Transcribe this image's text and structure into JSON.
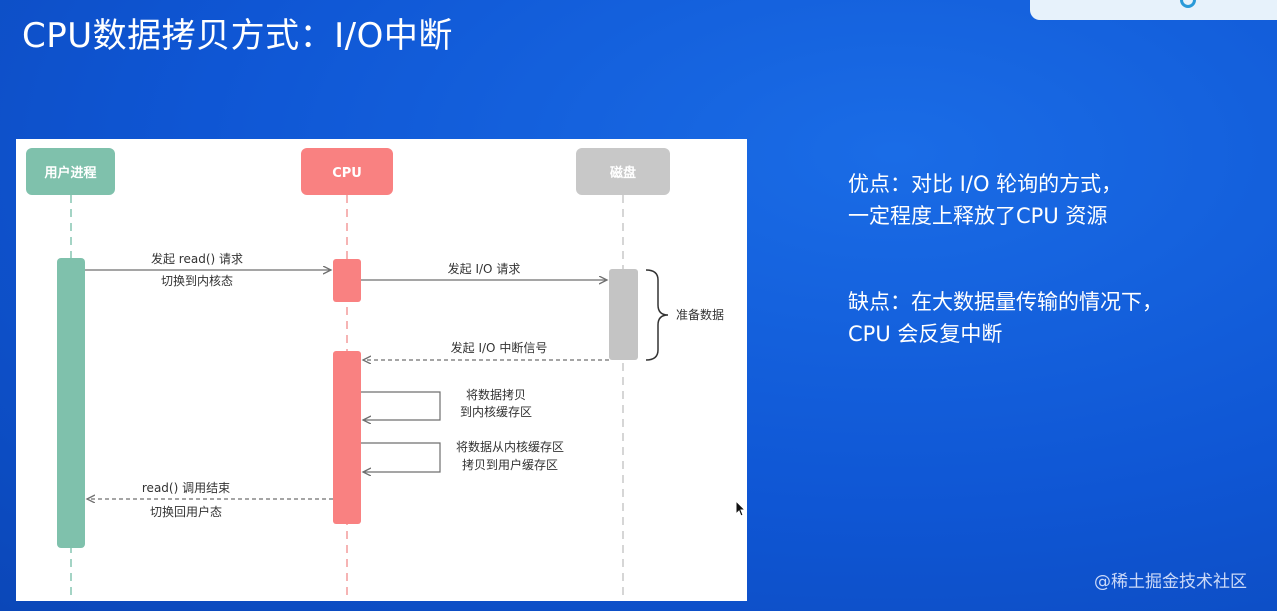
{
  "slide": {
    "title": "CPU数据拷贝方式：I/O中断",
    "credit": "@稀土掘金技术社区"
  },
  "diagram": {
    "participants": [
      {
        "id": "user",
        "label": "用户进程",
        "color": "#7fc1ac"
      },
      {
        "id": "cpu",
        "label": "CPU",
        "color": "#f98181"
      },
      {
        "id": "disk",
        "label": "磁盘",
        "color": "#c8c8c8"
      }
    ],
    "messages": [
      {
        "from": "user",
        "to": "cpu",
        "style": "solid",
        "lines": [
          "发起 read() 请求",
          "切换到内核态"
        ]
      },
      {
        "from": "cpu",
        "to": "disk",
        "style": "solid",
        "lines": [
          "发起 I/O 请求"
        ]
      },
      {
        "from": "disk",
        "to": "cpu",
        "style": "dashed",
        "lines": [
          "发起 I/O 中断信号"
        ]
      },
      {
        "from": "cpu",
        "to": "cpu",
        "style": "solid",
        "lines": [
          "将数据拷贝",
          "到内核缓存区"
        ]
      },
      {
        "from": "cpu",
        "to": "cpu",
        "style": "solid",
        "lines": [
          "将数据从内核缓存区",
          "拷贝到用户缓存区"
        ]
      },
      {
        "from": "cpu",
        "to": "user",
        "style": "dashed",
        "lines": [
          "read() 调用结束",
          "切换回用户态"
        ]
      }
    ],
    "brace_note": "准备数据"
  },
  "notes": {
    "pros": [
      "优点：对比 I/O 轮询的方式，",
      "一定程度上释放了CPU 资源"
    ],
    "cons": [
      "缺点：在大数据量传输的情况下，",
      "CPU 会反复中断"
    ]
  }
}
